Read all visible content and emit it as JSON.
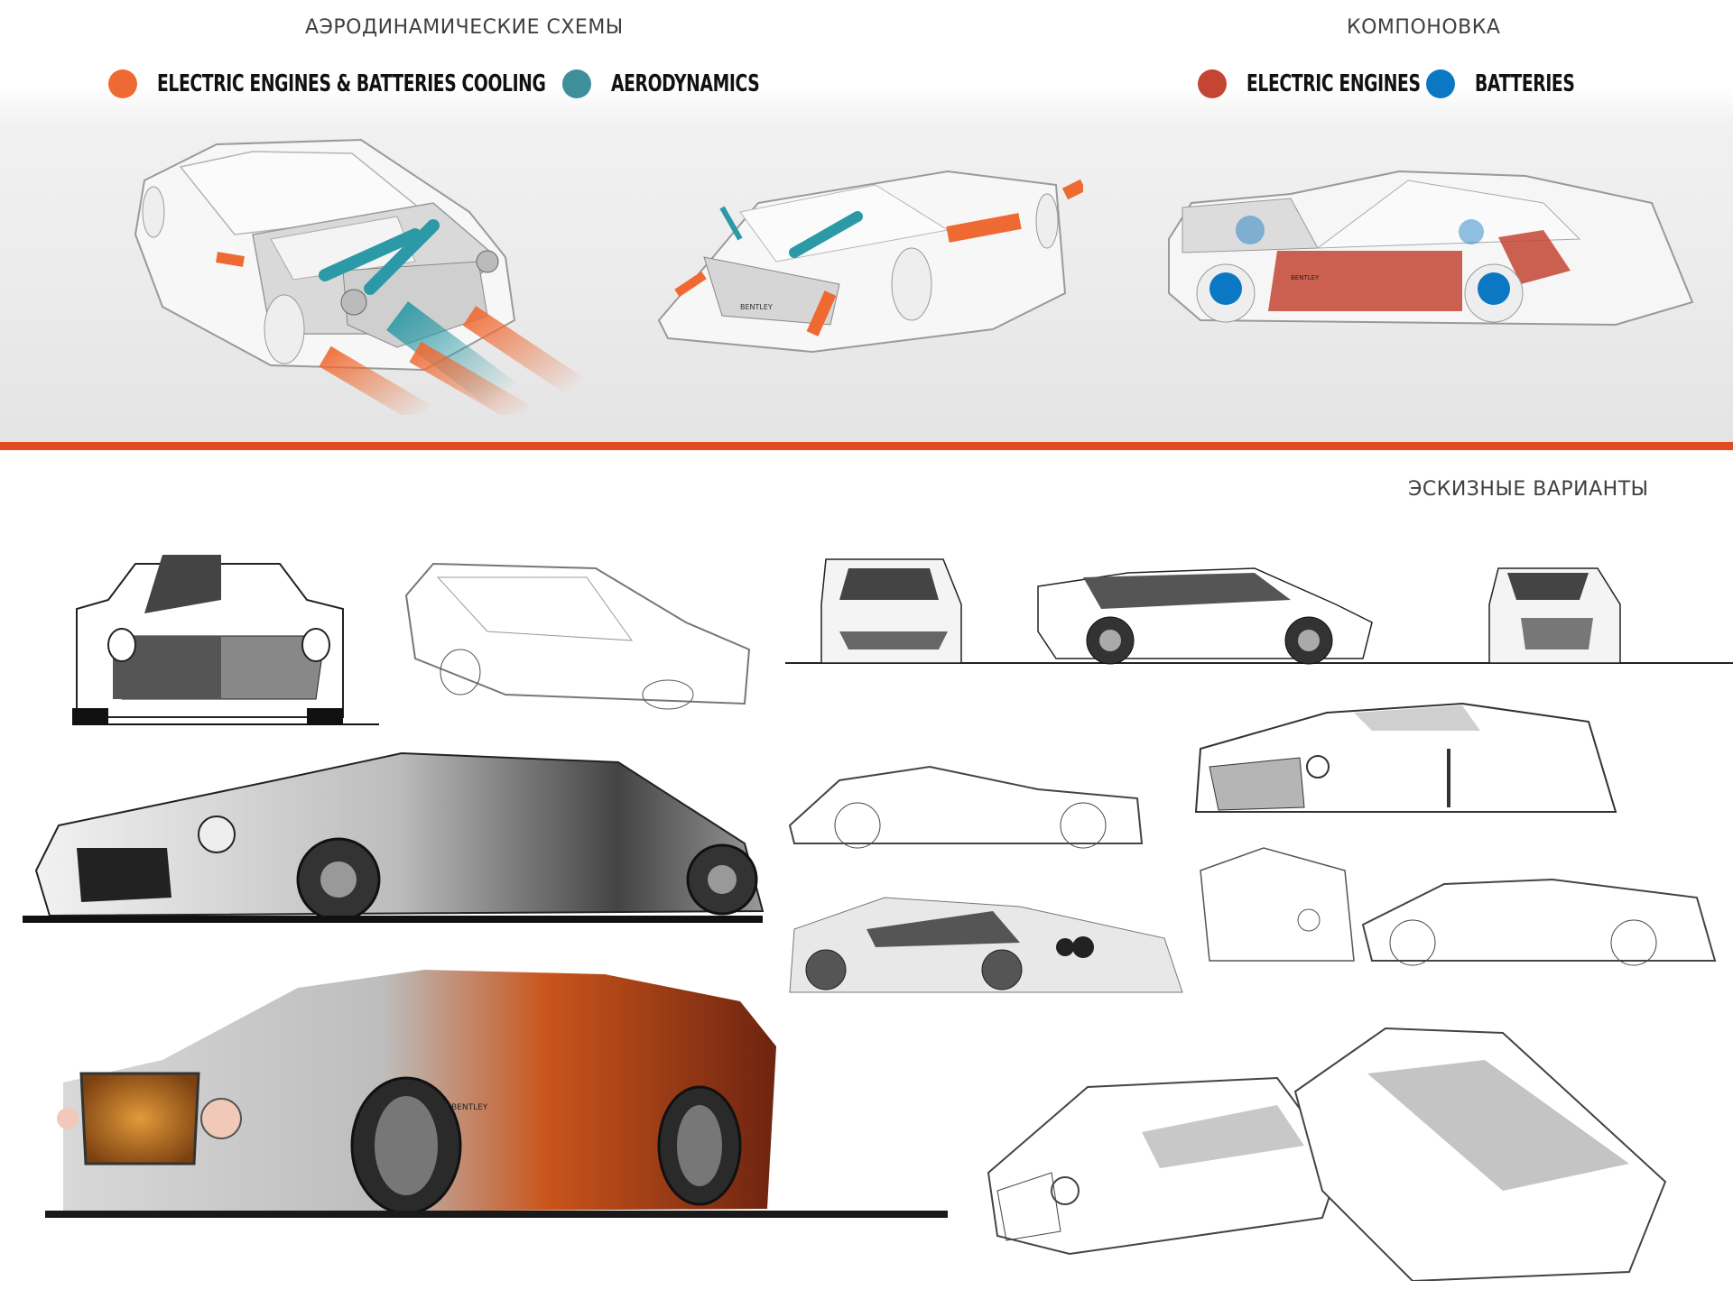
{
  "sections": {
    "aero": {
      "title": "АЭРОДИНАМИЧЕСКИЕ СХЕМЫ",
      "legend": [
        {
          "label": "ELECTRIC ENGINES & BATTERIES COOLING",
          "color": "#ef6a32",
          "icon": "orange-dot-icon"
        },
        {
          "label": "AERODYNAMICS",
          "color": "#3f8f9b",
          "icon": "teal-dot-icon"
        }
      ]
    },
    "layout": {
      "title": "КОМПОНОВКА",
      "legend": [
        {
          "label": "ELECTRIC ENGINES",
          "color": "#c44532",
          "icon": "red-dot-icon"
        },
        {
          "label": "BATTERIES",
          "color": "#0b78c4",
          "icon": "blue-dot-icon"
        }
      ]
    },
    "sketches": {
      "title": "ЭСКИЗНЫЕ ВАРИАНТЫ"
    }
  },
  "colors": {
    "divider": "#e24b1f",
    "cooling_flow": "#ef6a32",
    "aero_flow": "#2c9aa6",
    "engine_zone": "#c44532",
    "battery_zone": "#0b78c4",
    "render_orange": "#c9541b"
  },
  "illustrations": {
    "brand_badge": "BENTLEY"
  }
}
